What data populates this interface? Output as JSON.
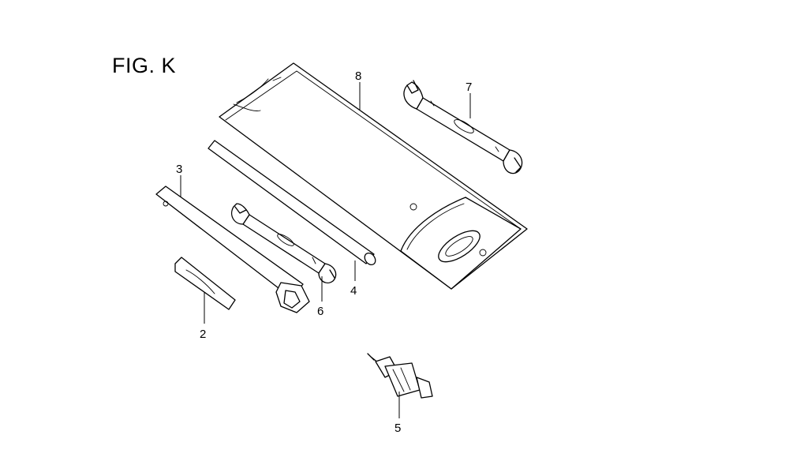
{
  "figure": {
    "title": "FIG. K"
  },
  "parts": [
    {
      "number": "2",
      "name": "plug-wrench-handle"
    },
    {
      "number": "3",
      "name": "plug-socket-wrench"
    },
    {
      "number": "4",
      "name": "bar"
    },
    {
      "number": "5",
      "name": "spark-plug"
    },
    {
      "number": "6",
      "name": "small-open-end-wrench"
    },
    {
      "number": "7",
      "name": "open-end-wrench"
    },
    {
      "number": "8",
      "name": "tool-bag"
    }
  ],
  "colors": {
    "line": "#000000",
    "background": "#ffffff"
  }
}
